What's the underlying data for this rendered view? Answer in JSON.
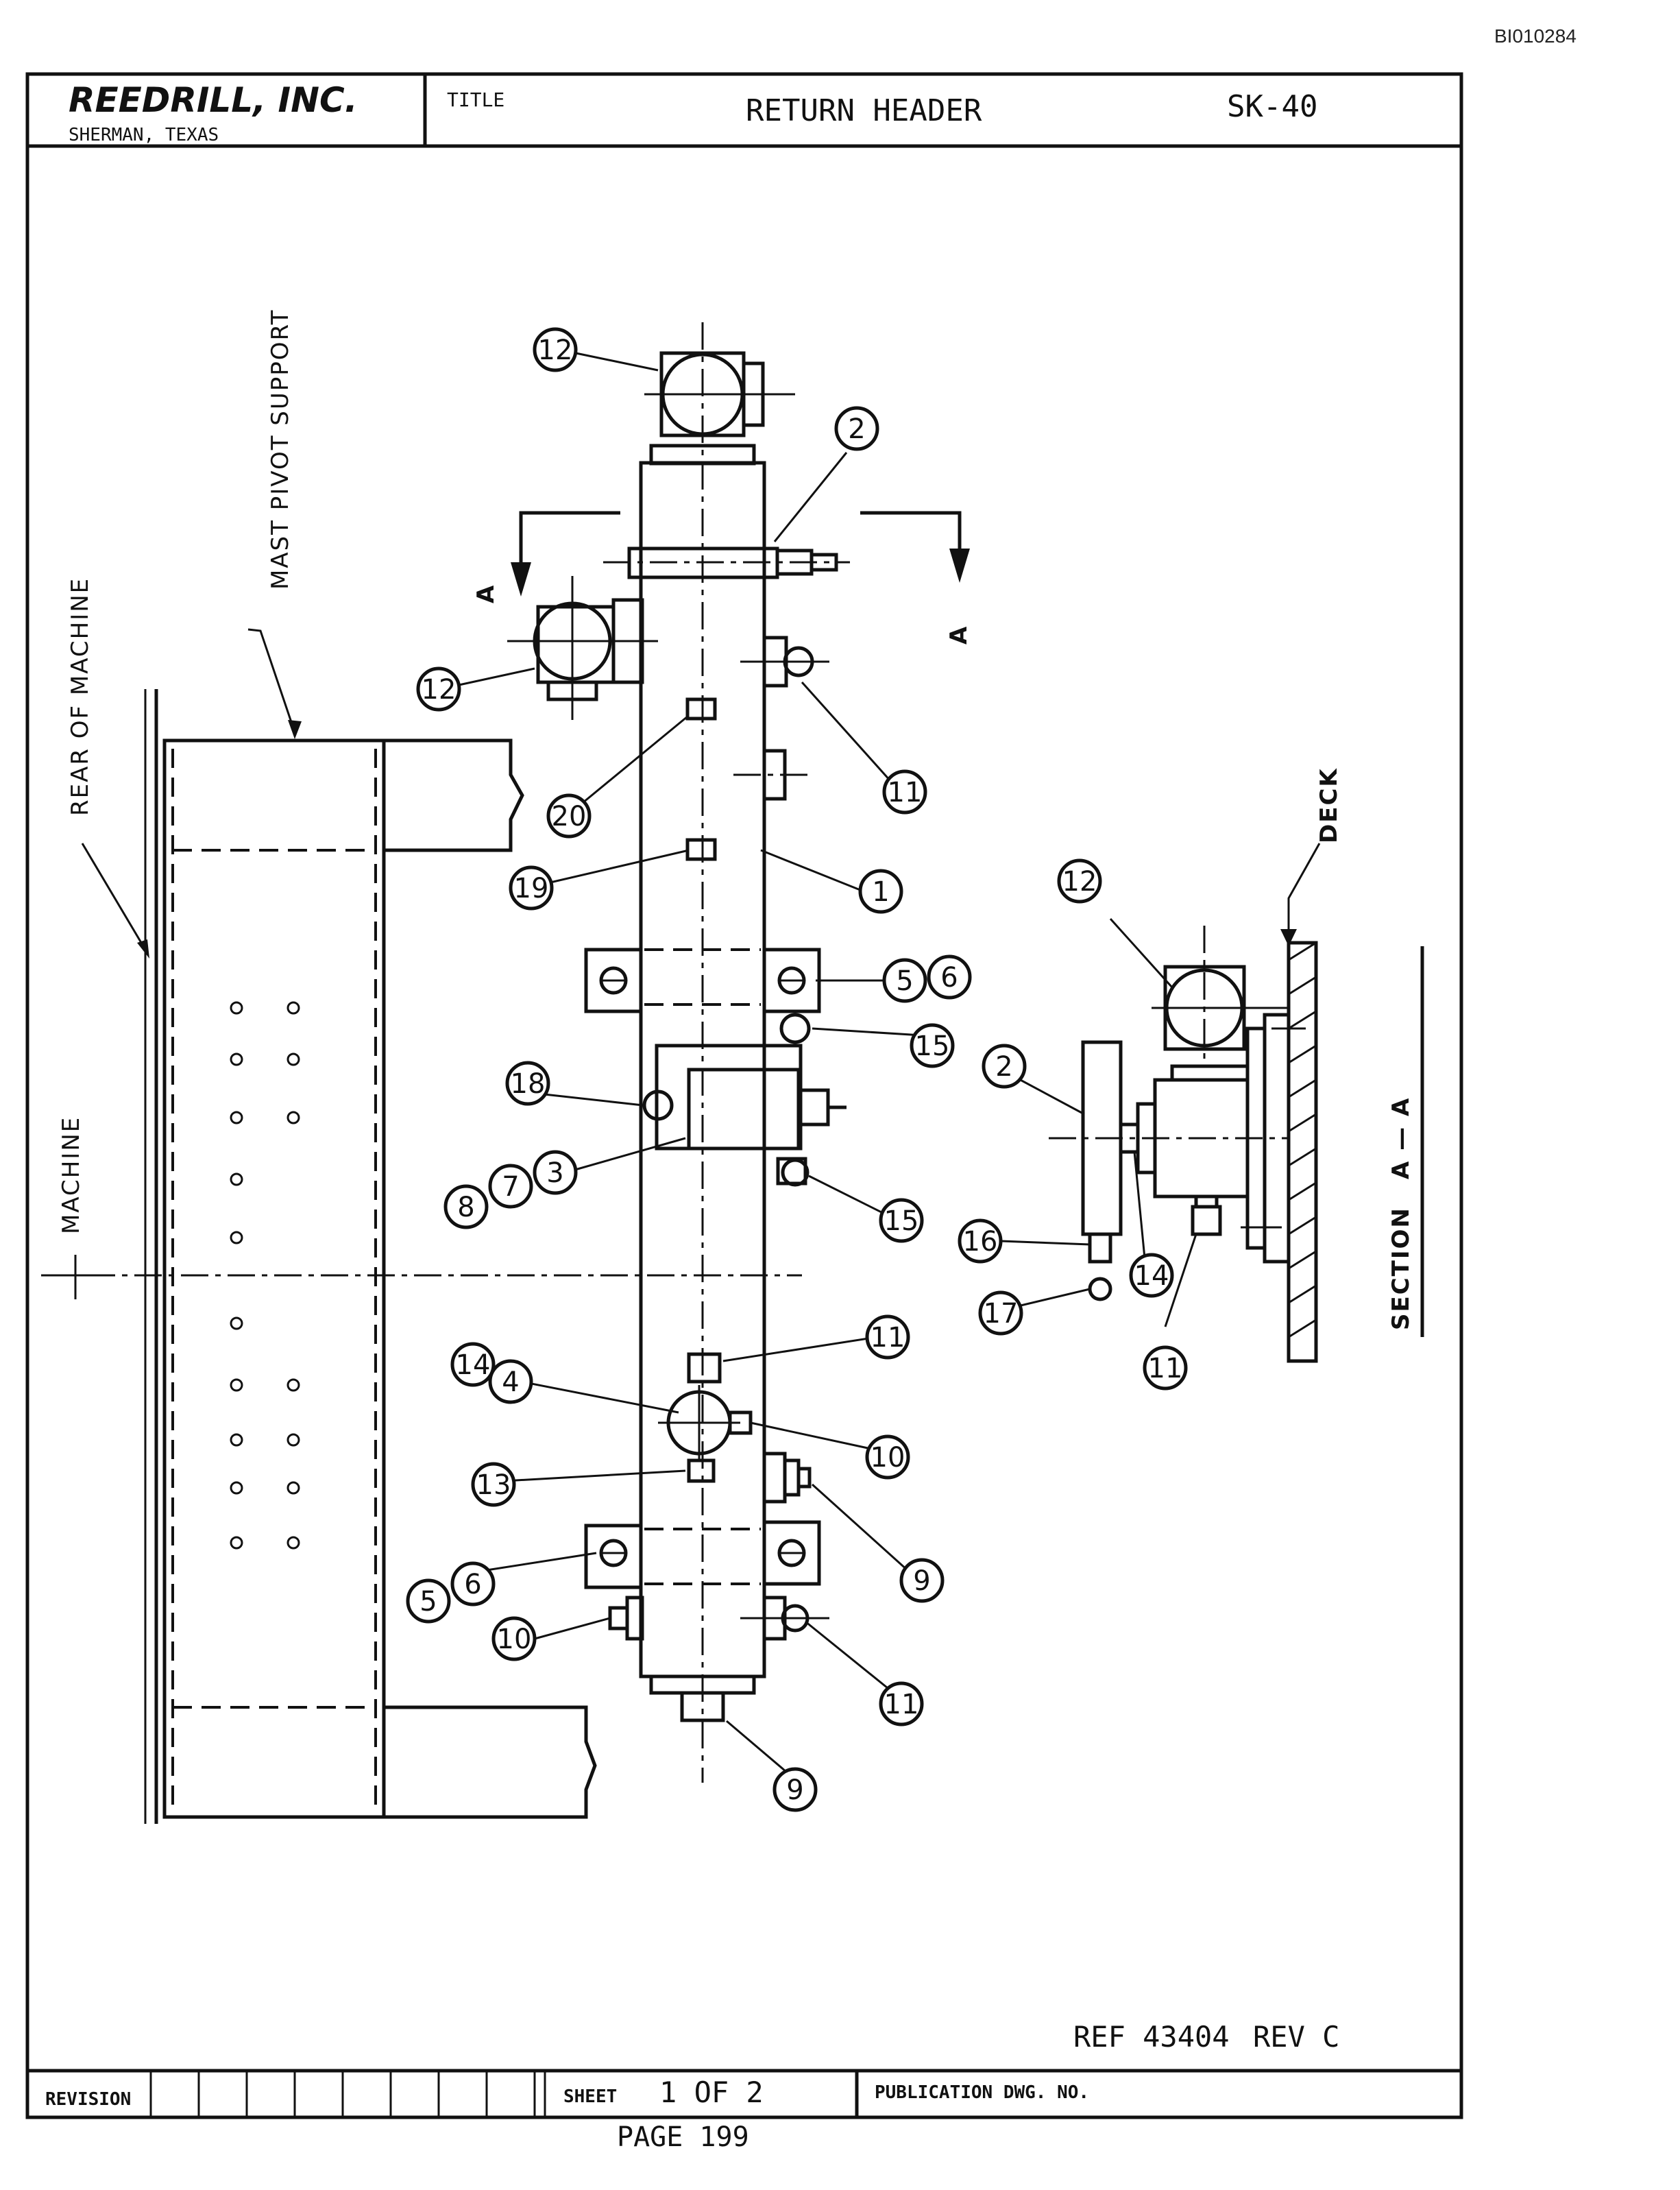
{
  "doc_id": "BI010284",
  "title_block": {
    "company": "REEDRILL, INC.",
    "location": "SHERMAN, TEXAS",
    "title_label": "TITLE",
    "title": "RETURN HEADER",
    "sheet_code": "SK-40"
  },
  "drawing": {
    "label_mast_pivot": "MAST PIVOT SUPPORT",
    "label_rear": "REAR OF MACHINE",
    "label_machine_cl": "MACHINE",
    "label_deck": "DECK",
    "label_section": "SECTION",
    "section_letter": "A",
    "section_mark": "A — A",
    "balloons": {
      "b12_top": "12",
      "b2_top": "2",
      "b12_left": "12",
      "b11_a": "11",
      "b20": "20",
      "b19": "19",
      "b1": "1",
      "b5_a": "5",
      "b6_a": "6",
      "b15_a": "15",
      "b18": "18",
      "b3": "3",
      "b7": "7",
      "b8": "8",
      "b15_b": "15",
      "b11_b": "11",
      "b14_a": "14",
      "b4": "4",
      "b10_a": "10",
      "b13": "13",
      "b9_a": "9",
      "b5_b": "5",
      "b6_b": "6",
      "b10_b": "10",
      "b11_c": "11",
      "b9_b": "9",
      "b12_sec": "12",
      "b2_sec": "2",
      "b16": "16",
      "b17": "17",
      "b14_sec": "14",
      "b11_sec": "11"
    }
  },
  "footer": {
    "ref": "REF 43404",
    "rev": "REV C",
    "revision_label": "REVISION",
    "sheet_label": "SHEET",
    "sheet_value": "1 OF 2",
    "pub_label": "PUBLICATION DWG. NO.",
    "page": "PAGE 199"
  }
}
